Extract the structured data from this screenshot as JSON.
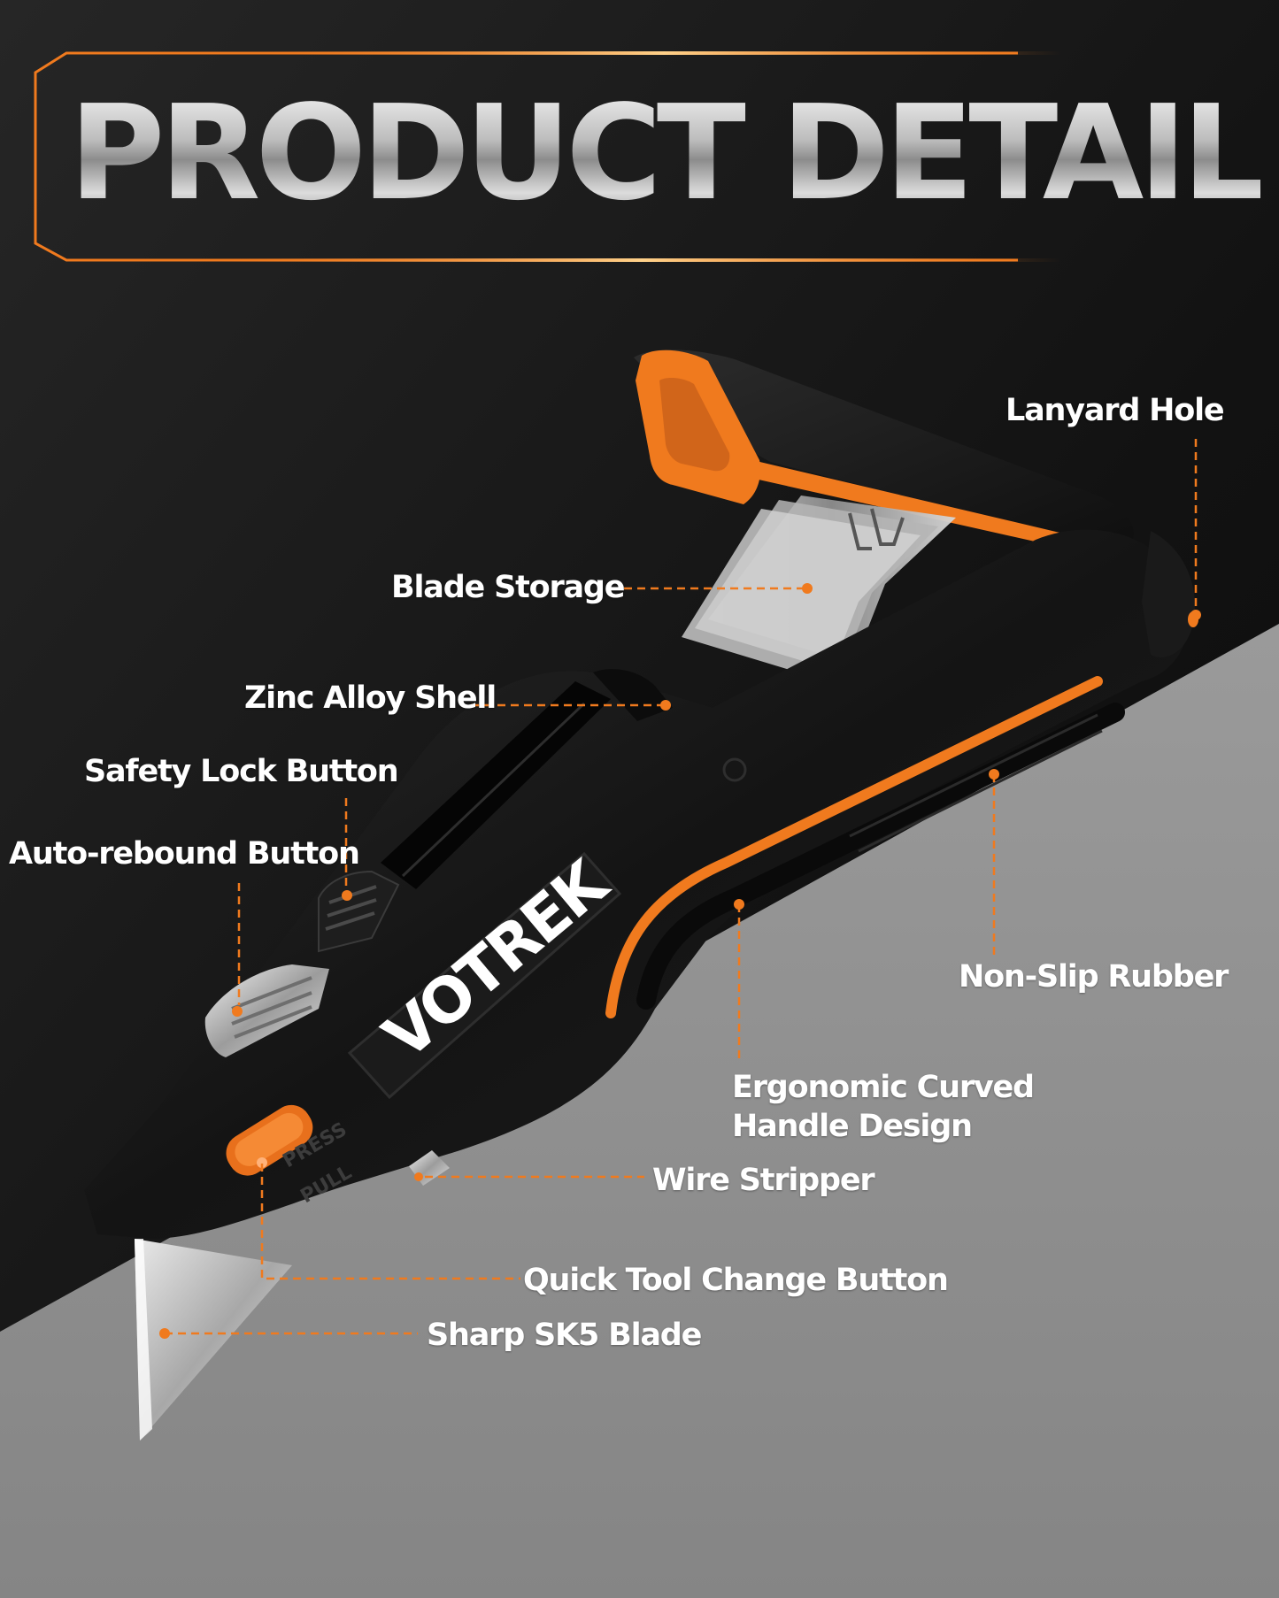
{
  "header": {
    "title": "PRODUCT DETAIL"
  },
  "product": {
    "brand": "VOTREK",
    "button_press_text": "PRESS",
    "button_pull_text": "PULL"
  },
  "callouts": {
    "lanyard_hole": "Lanyard Hole",
    "blade_storage": "Blade Storage",
    "zinc_alloy_shell": "Zinc Alloy Shell",
    "safety_lock_button": "Safety Lock Button",
    "auto_rebound_button": "Auto-rebound Button",
    "non_slip_rubber": "Non-Slip Rubber",
    "ergonomic_line1": "Ergonomic Curved",
    "ergonomic_line2": "Handle Design",
    "wire_stripper": "Wire Stripper",
    "quick_tool_change_button": "Quick Tool Change Button",
    "sharp_sk5_blade": "Sharp SK5 Blade"
  },
  "colors": {
    "accent_orange": "#f07a1e",
    "background_dark": "#121212",
    "background_gray": "#8e8e8e",
    "label_white": "#ffffff"
  }
}
